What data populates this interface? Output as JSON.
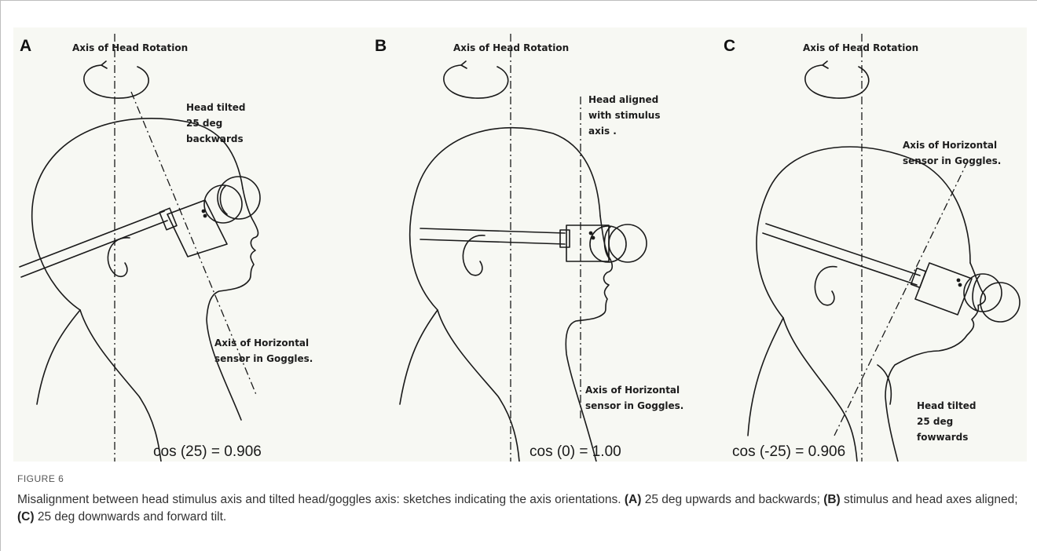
{
  "figure": {
    "label": "FIGURE 6",
    "caption": {
      "intro": "Misalignment between head stimulus axis and tilted head/goggles axis: sketches indicating the axis orientations.",
      "a_tag": "(A)",
      "a_text": "25 deg upwards and backwards;",
      "b_tag": "(B)",
      "b_text": "stimulus and head axes aligned;",
      "c_tag": "(C)",
      "c_text": "25 deg downwards and forward tilt."
    }
  },
  "panels": {
    "a": {
      "letter": "A",
      "rotation_label": "Axis of Head Rotation",
      "tilt_note": "Head tilted\n25 deg\nbackwards",
      "sensor_note": "Axis of Horizontal\nsensor in Goggles.",
      "formula": "cos (25) = 0.906"
    },
    "b": {
      "letter": "B",
      "rotation_label": "Axis of Head Rotation",
      "tilt_note": "Head aligned\nwith stimulus\naxis .",
      "sensor_note": "Axis of Horizontal\nsensor in Goggles.",
      "formula": "cos (0) = 1.00"
    },
    "c": {
      "letter": "C",
      "rotation_label": "Axis of Head Rotation",
      "tilt_note": "Head tilted\n25 deg\nfowwards",
      "sensor_note": "Axis of Horizontal\nsensor in Goggles.",
      "formula": "cos (-25) = 0.906"
    }
  }
}
